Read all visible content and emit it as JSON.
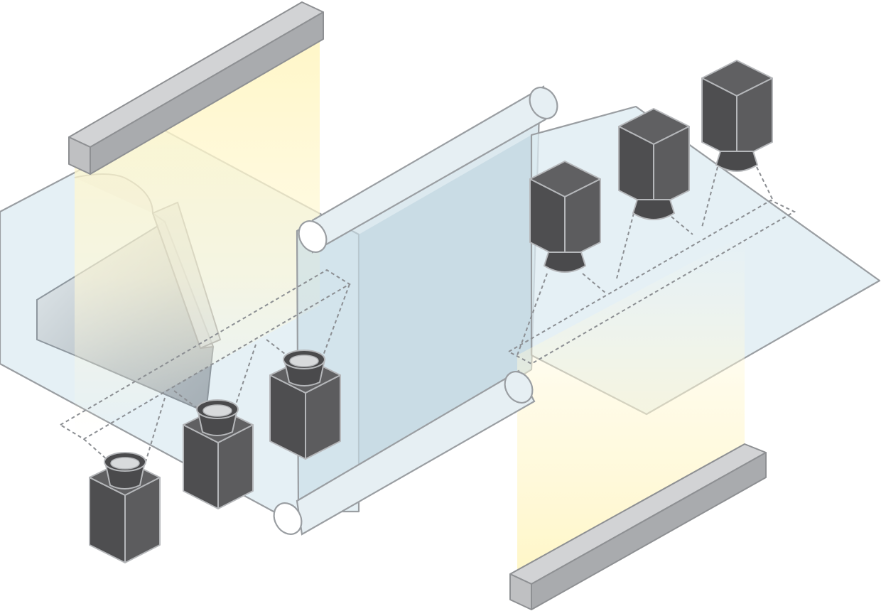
{
  "diagram": {
    "description_free": true,
    "colors": {
      "background": "#ffffff",
      "film_fill": "#d6e6ee",
      "film_stroke": "#9a9ea2",
      "light_beam": "#fff7c8",
      "light_bar": "#c4c5c7",
      "camera_body": "#4e4e50",
      "camera_outline": "#b5b7ba",
      "inspection_line": "#8c8f93"
    },
    "components": {
      "light_sources": [
        {
          "icon": "line-light-bar-icon",
          "position_word": "top-left"
        },
        {
          "icon": "line-light-bar-icon",
          "position_word": "bottom-right"
        }
      ],
      "rollers": [
        {
          "icon": "roller-icon",
          "position_word": "center-top"
        },
        {
          "icon": "roller-icon",
          "position_word": "center-middle"
        },
        {
          "icon": "roller-icon",
          "position_word": "center-bottom"
        }
      ],
      "cameras_below_film": 3,
      "cameras_above_film": 3,
      "camera_icon": "area-camera-icon"
    }
  }
}
